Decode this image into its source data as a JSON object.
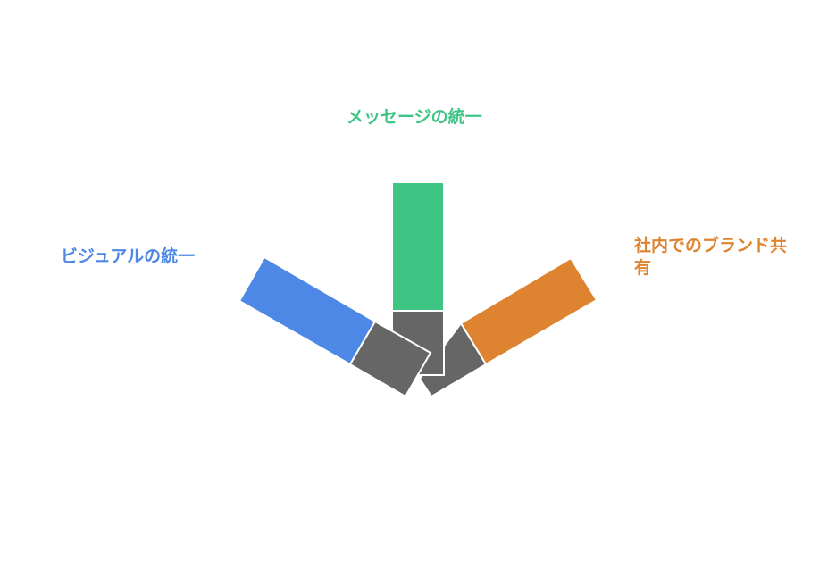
{
  "blades": [
    {
      "id": "visual",
      "label": "ビジュアルの統一",
      "color": "#4d88e6"
    },
    {
      "id": "message",
      "label": "メッセージの統一",
      "color": "#3ec584"
    },
    {
      "id": "internal",
      "label": "社内でのブランド共有",
      "color": "#de8431"
    }
  ],
  "hub_color": "#666666"
}
